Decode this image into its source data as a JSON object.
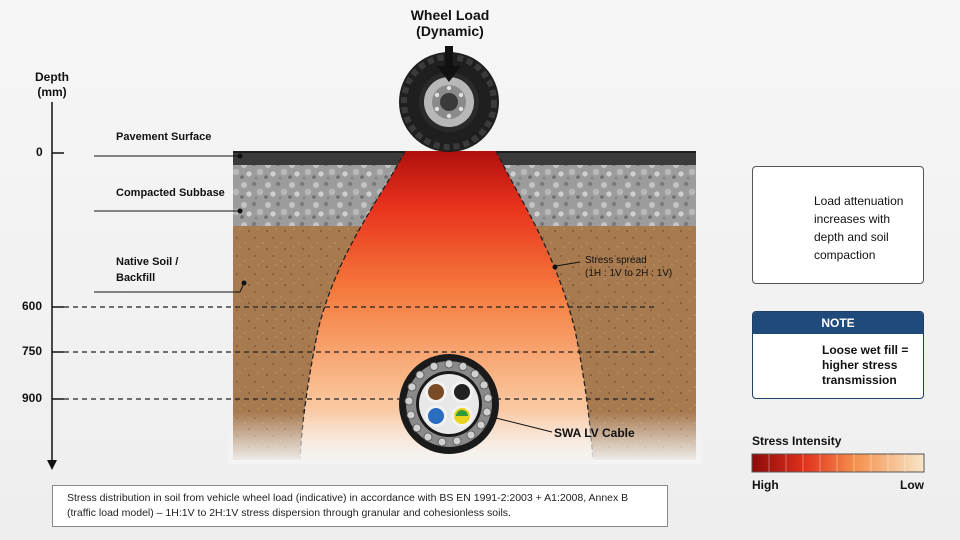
{
  "wheel_load": {
    "line1": "Wheel Load",
    "line2": "(Dynamic)"
  },
  "depth_axis": {
    "title_line1": "Depth",
    "title_line2": "(mm)",
    "ticks": [
      "0",
      "600",
      "750",
      "900"
    ]
  },
  "layers": {
    "pavement": "Pavement Surface",
    "subbase": "Compacted Subbase",
    "native_line1": "Native Soil /",
    "native_line2": "Backfill"
  },
  "stress_spread": {
    "line1": "Stress spread",
    "line2": "(1H : 1V to 2H : 1V)"
  },
  "cable_label": "SWA LV Cable",
  "attenuation": {
    "line1": "Load attenuation",
    "line2": "increases with",
    "line3": "depth and soil",
    "line4": "compaction"
  },
  "note": {
    "header": "NOTE",
    "line1": "Loose wet fill =",
    "line2": "higher stress",
    "line3": "transmission"
  },
  "legend": {
    "title": "Stress Intensity",
    "high": "High",
    "low": "Low"
  },
  "caption": "Stress distribution in soil from vehicle wheel load (indicative) in accordance with BS EN 1991-2:2003 + A1:2008, Annex B (traffic load model) – 1H:1V to 2H:1V stress dispersion through granular and cohesionless soils.",
  "colors": {
    "stress_high": "#8b0a0a",
    "stress_mid": "#f26a2a",
    "stress_low": "#f6e6c8",
    "soil": "#a87a50",
    "subbase": "#9a9a9a",
    "pavement": "#3a3a3a",
    "note_header": "#1f4a7a"
  },
  "icons": [
    "tyre-icon",
    "down-arrow-icon",
    "double-arrow-icon",
    "rain-cloud-icon",
    "cable-section-icon"
  ]
}
